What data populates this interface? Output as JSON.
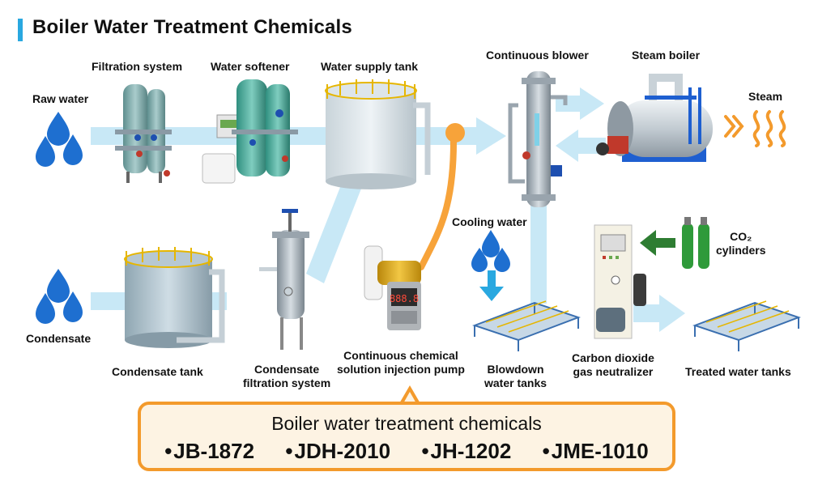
{
  "title": "Boiler Water Treatment Chemicals",
  "labels": {
    "raw_water": "Raw water",
    "filtration_system": "Filtration system",
    "water_softener": "Water softener",
    "water_supply_tank": "Water supply tank",
    "continuous_blower": "Continuous blower",
    "steam_boiler": "Steam boiler",
    "steam": "Steam",
    "condensate": "Condensate",
    "condensate_tank": "Condensate tank",
    "condensate_filtration_line1": "Condensate",
    "condensate_filtration_line2": "filtration system",
    "pump_line1": "Continuous chemical",
    "pump_line2": "solution injection pump",
    "cooling_water": "Cooling water",
    "blowdown_line1": "Blowdown",
    "blowdown_line2": "water tanks",
    "co2_line1": "Carbon dioxide",
    "co2_line2": "gas neutralizer",
    "co2_cyl_line1": "CO₂",
    "co2_cyl_line2": "cylinders",
    "treated_water_tanks": "Treated water tanks",
    "pump_display": "888.8"
  },
  "chemicals": {
    "heading": "Boiler water treatment chemicals",
    "items": [
      "JB-1872",
      "JDH-2010",
      "JH-1202",
      "JME-1010"
    ]
  },
  "colors": {
    "flow_pipe": "#c8e8f6",
    "accent_blue": "#29a8e0",
    "orange": "#f39a2c",
    "drop_blue": "#1e6fd0",
    "green_arrow": "#2e7d32"
  }
}
